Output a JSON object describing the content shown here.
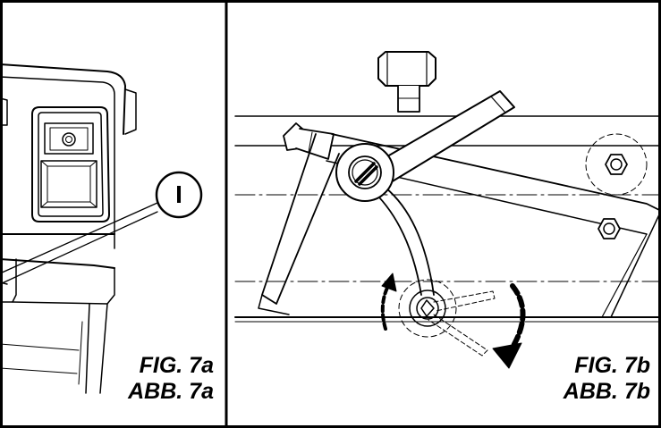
{
  "figures": [
    {
      "id": "7a",
      "caption_line1": "FIG. 7a",
      "caption_line2": "ABB. 7a",
      "callout_label": "I"
    },
    {
      "id": "7b",
      "caption_line1": "FIG. 7b",
      "caption_line2": "ABB. 7b"
    }
  ],
  "colors": {
    "line": "#000000",
    "background": "#ffffff"
  }
}
